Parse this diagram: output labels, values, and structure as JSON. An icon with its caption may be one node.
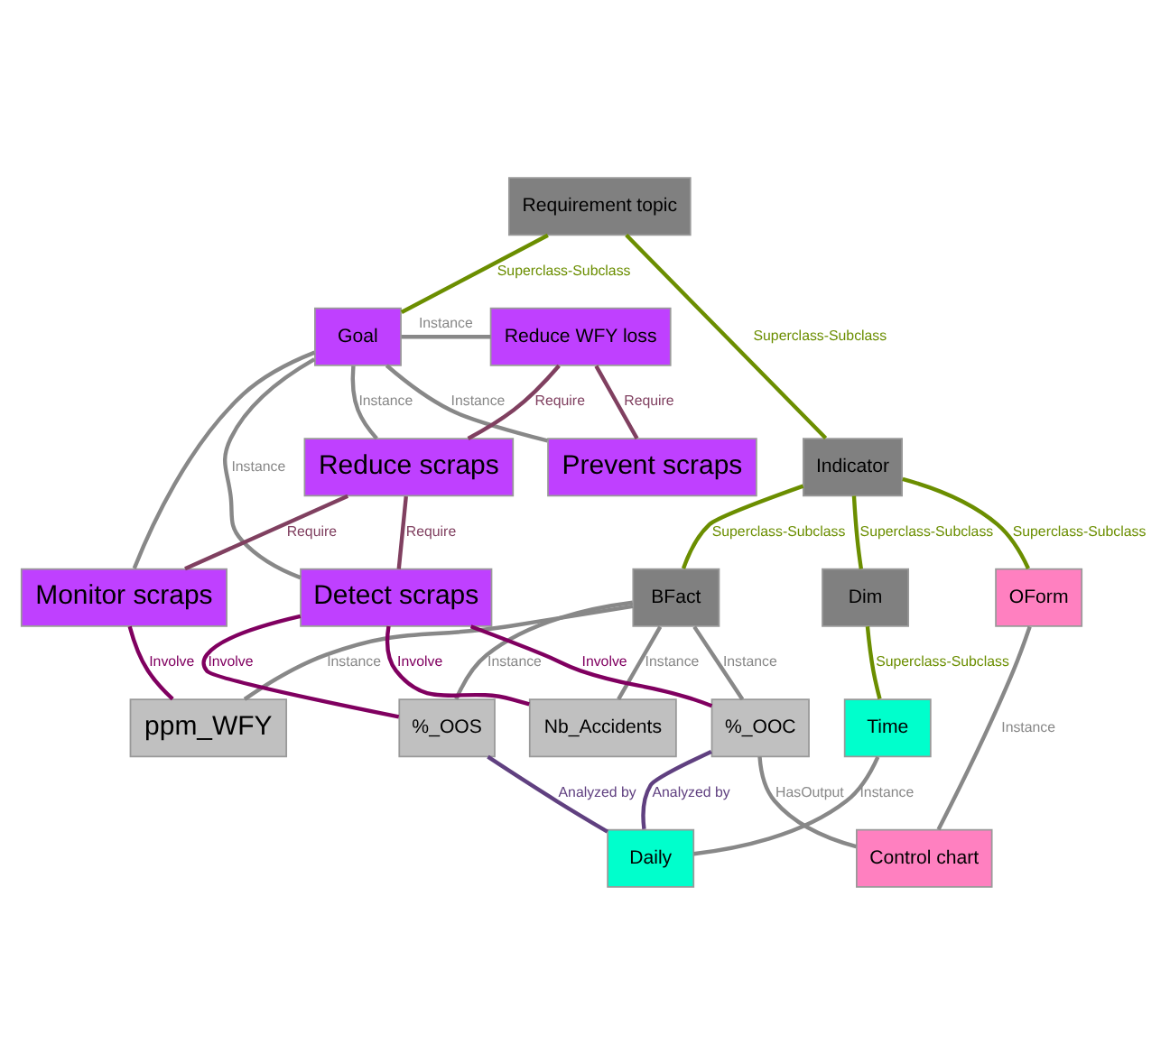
{
  "diagram": {
    "nodes": [
      {
        "text": [
          "Requirement topic"
        ]
      },
      {
        "text": [
          "Goal"
        ]
      },
      {
        "text": [
          "Reduce WFY loss"
        ]
      },
      {
        "text": [
          "Indicator"
        ]
      },
      {
        "text": [
          "Reduce scraps"
        ]
      },
      {
        "text": [
          "Prevent scraps"
        ]
      },
      {
        "text": [
          "OForm"
        ]
      },
      {
        "text": [
          "Dim"
        ]
      },
      {
        "text": [
          "BFact"
        ]
      },
      {
        "text": [
          "Detect scraps"
        ]
      },
      {
        "text": [
          "Monitor scraps"
        ]
      },
      {
        "text": [
          "Time"
        ]
      },
      {
        "text": [
          "%_OOC"
        ]
      },
      {
        "text": [
          "%_OOS"
        ]
      },
      {
        "text": [
          "Nb_Accidents"
        ]
      },
      {
        "text": [
          "ppm_WFY"
        ]
      },
      {
        "text": [
          "Control chart"
        ]
      },
      {
        "text": [
          "Daily"
        ]
      }
    ],
    "edges": [
      {
        "from": 0,
        "to": 1,
        "arrow": "none",
        "label": "Superclass-Subclass",
        "color": "#6b8e00"
      },
      {
        "from": 0,
        "to": 3,
        "arrow": "none",
        "label": "Superclass-Subclass",
        "color": "#6b8e00"
      },
      {
        "from": 1,
        "to": 2,
        "arrow": "none",
        "label": "Instance"
      },
      {
        "from": 1,
        "to": 4,
        "arrow": "none",
        "label": "Instance"
      },
      {
        "from": 1,
        "to": 5,
        "arrow": "none",
        "label": "Instance"
      },
      {
        "from": 1,
        "to": 9,
        "arrow": "none",
        "label": "Instance"
      },
      {
        "from": 1,
        "to": 10,
        "arrow": "none"
      },
      {
        "from": 2,
        "to": 4,
        "arrow": "none",
        "label": "Require",
        "color": "#804060"
      },
      {
        "from": 2,
        "to": 5,
        "arrow": "none",
        "label": "Require",
        "color": "#804060"
      },
      {
        "from": 3,
        "to": 6,
        "arrow": "none",
        "label": "Superclass-Subclass",
        "color": "#6b8e00"
      },
      {
        "from": 3,
        "to": 7,
        "arrow": "none",
        "label": "Superclass-Subclass",
        "color": "#6b8e00"
      },
      {
        "from": 3,
        "to": 8,
        "arrow": "none",
        "label": "Superclass-Subclass",
        "color": "#6b8e00"
      },
      {
        "from": 4,
        "to": 9,
        "arrow": "none",
        "label": "Require",
        "color": "#804060"
      },
      {
        "from": 4,
        "to": 10,
        "arrow": "none",
        "label": "Require",
        "color": "#804060"
      },
      {
        "from": 7,
        "to": 11,
        "arrow": "none",
        "label": "Superclass-Subclass",
        "color": "#6b8e00"
      },
      {
        "from": 8,
        "to": 12,
        "arrow": "none",
        "label": "Instance"
      },
      {
        "from": 8,
        "to": 13,
        "arrow": "none",
        "label": "Instance"
      },
      {
        "from": 8,
        "to": 14,
        "arrow": "none",
        "label": "Instance"
      },
      {
        "from": 8,
        "to": 15,
        "arrow": "none",
        "label": "Instance"
      },
      {
        "from": 9,
        "to": 12,
        "arrow": "none",
        "label": "Involve",
        "color": "#800060"
      },
      {
        "from": 9,
        "to": 13,
        "arrow": "none",
        "label": "Involve",
        "color": "#800060"
      },
      {
        "from": 9,
        "to": 14,
        "arrow": "none",
        "label": "Involve",
        "color": "#800060"
      },
      {
        "from": 10,
        "to": 15,
        "arrow": "none",
        "label": "Involve",
        "color": "#800060"
      },
      {
        "from": 6,
        "to": 16,
        "arrow": "none",
        "label": "Instance"
      },
      {
        "from": 12,
        "to": 16,
        "arrow": "none",
        "label": "HasOutput"
      },
      {
        "from": 11,
        "to": 17,
        "arrow": "none",
        "label": "Instance"
      },
      {
        "from": 12,
        "to": 17,
        "arrow": "none",
        "label": "Analyzed by",
        "color": "#604080"
      },
      {
        "from": 13,
        "to": 17,
        "arrow": "none",
        "label": "Analyzed by",
        "color": "#604080"
      }
    ]
  }
}
